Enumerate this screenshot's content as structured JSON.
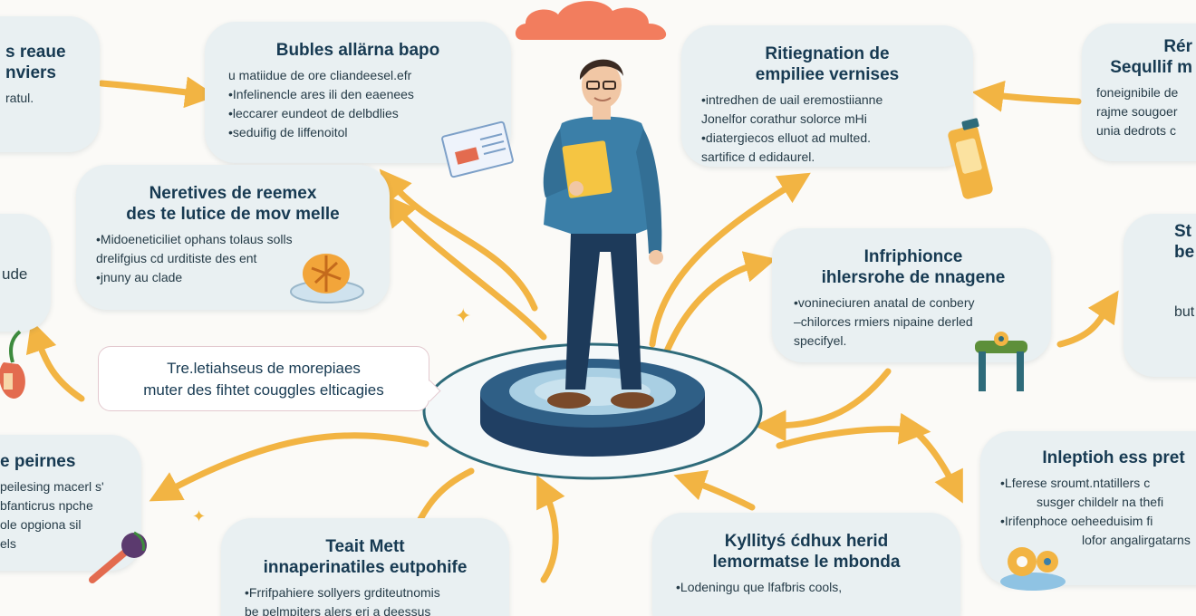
{
  "center_callout": {
    "lines": [
      "Tre.letiahseus de morepiaes",
      "muter des fihtet couggles elticagies"
    ]
  },
  "bubbles": {
    "top_left_edge": {
      "title_lines": [
        "s reaue",
        "nviers"
      ],
      "items": [
        "ratul."
      ]
    },
    "top_center_left": {
      "title_lines": [
        "Bubles allärna bapo"
      ],
      "items": [
        "u matiidue de ore cliandeesel.efr",
        "Infelinencle ares ili den eaenees",
        "leccarer eundeot de delbdlies",
        "seduifig de liffenoitol"
      ]
    },
    "mid_left": {
      "title_lines": [
        "Neretives de reemex",
        "des te lutice de mov melle"
      ],
      "items": [
        "Midoeneticiliet ophans tolaus solls",
        "drelifgius cd urditiste des ent",
        "jnuny au clade"
      ]
    },
    "left_edge_mid": {
      "title_lines": [],
      "items": [
        "ude"
      ]
    },
    "bottom_left_edge": {
      "title_lines": [
        "e peirnes"
      ],
      "items": [
        "peilesing macerl s'",
        "bfanticrus npche",
        "ole opgiona sil",
        "els"
      ]
    },
    "bottom_center_left": {
      "title_lines": [
        "Teait Mett",
        "innaperinatiles eutpohife"
      ],
      "items": [
        "Frrifpahiere sollyers grditeutnomis",
        "be pelmpiters alers eri a deessus"
      ]
    },
    "top_center_right": {
      "title_lines": [
        "Ritiegnation de",
        "empiliee vernises"
      ],
      "items": [
        "intredhen de uail eremostiianne",
        "Jonelfor corathur solorce mHi",
        "diatergiecos elluot ad multed.",
        "sartifice d edidaurel."
      ]
    },
    "top_right_edge": {
      "title_lines": [
        "Rér",
        "Sequllif m"
      ],
      "items": [
        "foneignibile de",
        "rajme sougoer",
        "unia dedrots c"
      ]
    },
    "mid_right": {
      "title_lines": [
        "Infriphionce",
        "ihlersrohe de nnagene"
      ],
      "items": [
        "vonineciuren anatal de conbery",
        "chilorces rmiers nipaine derled",
        "specifyel."
      ]
    },
    "right_edge_mid": {
      "title_lines": [
        "St",
        "be"
      ],
      "items": [
        "but"
      ]
    },
    "bottom_right": {
      "title_lines": [
        "Inleptioh ess pret"
      ],
      "items": [
        "Lferese sroumt.ntatillers c",
        "susger childelr na thefi",
        "Irifenphoce oeheeduisim fi",
        "lofor angalirgatarns"
      ]
    }
  },
  "colors": {
    "background": "#fbfaf7",
    "bubble": "#e9f0f2",
    "arrow": "#f2b443",
    "title": "#173a52",
    "podium_ring": "#2e6b7a",
    "podium_top": "#2f5f86",
    "podium_inner": "#a9cfe3",
    "person_shirt": "#3b7fa8",
    "person_pants": "#1d3a5a",
    "cloud": "#f27d5e"
  },
  "icons": [
    "cloud-icon",
    "newspaper-icon",
    "phone-icon",
    "pie-dish-icon",
    "robot-icon",
    "fruit-icon",
    "microphone-icon",
    "donut-icon",
    "sparkle-icon"
  ]
}
